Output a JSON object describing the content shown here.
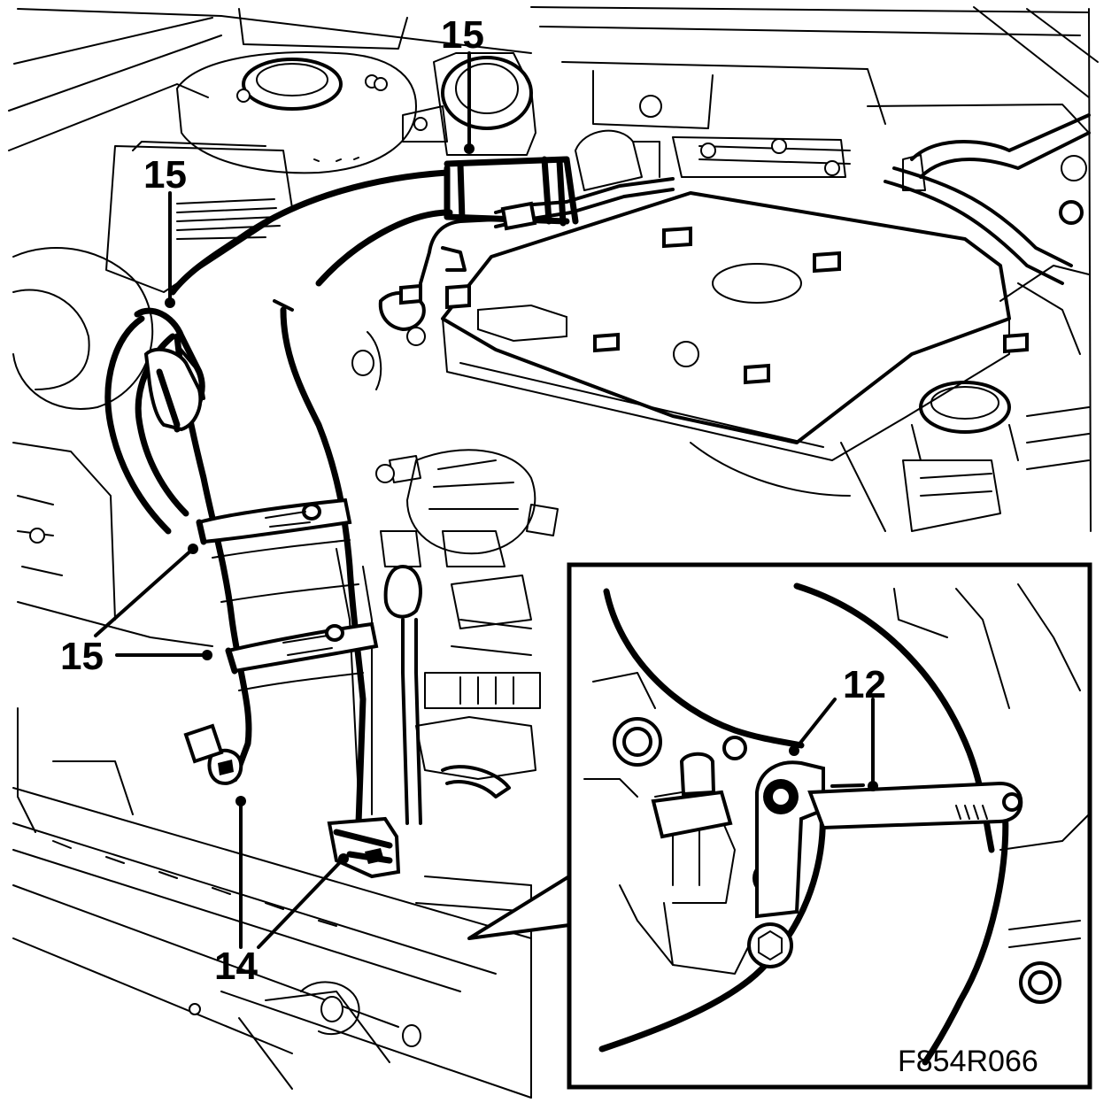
{
  "callouts": {
    "top": "15",
    "upper_left": "15",
    "left": "15",
    "bottom": "14",
    "inset": "12"
  },
  "figure_code": "F854R066"
}
